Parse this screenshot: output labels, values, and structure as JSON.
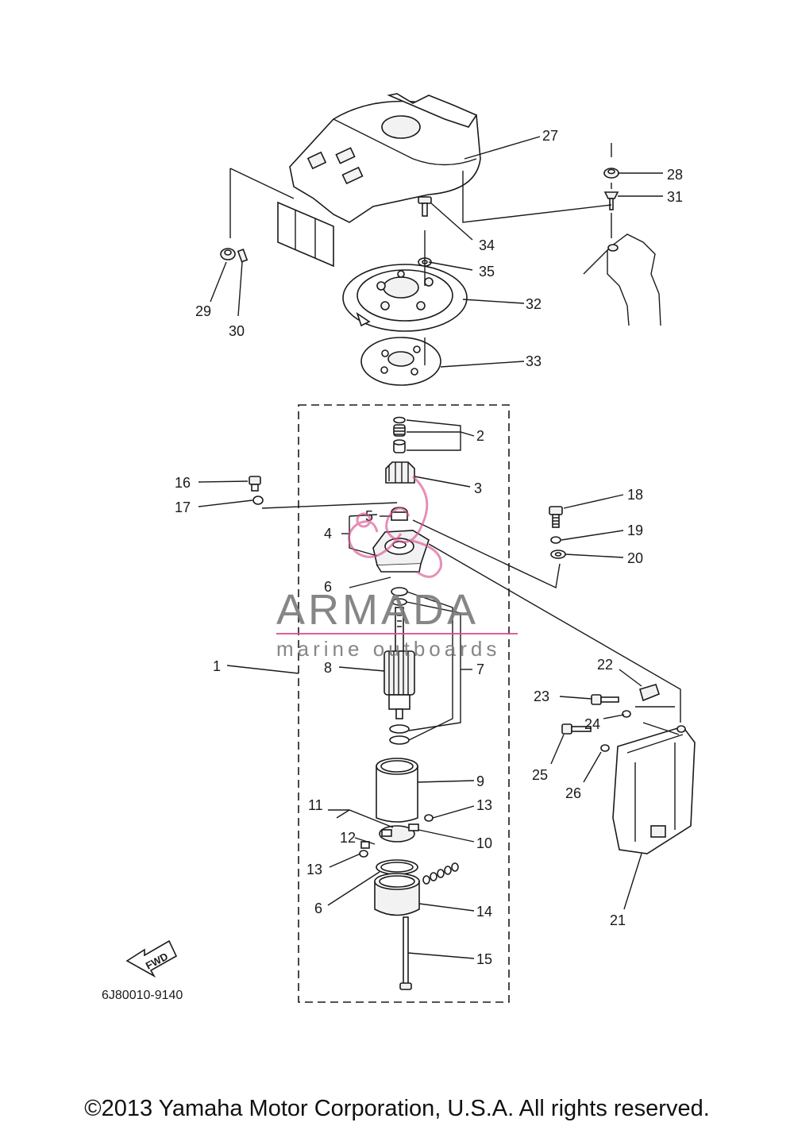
{
  "diagram": {
    "callouts": [
      "1",
      "2",
      "3",
      "4",
      "5",
      "6",
      "6",
      "7",
      "8",
      "9",
      "10",
      "11",
      "12",
      "13",
      "13",
      "14",
      "15",
      "16",
      "17",
      "18",
      "19",
      "20",
      "21",
      "22",
      "23",
      "24",
      "25",
      "26",
      "27",
      "28",
      "29",
      "30",
      "31",
      "32",
      "33",
      "34",
      "35"
    ],
    "fwd_label": "FWD",
    "diagram_code": "6J80010-9140"
  },
  "watermark": {
    "brand": "ARMADA",
    "tagline": "marine outboards",
    "color": "#d9508f"
  },
  "footer": {
    "copyright": "©2013 Yamaha Motor Corporation, U.S.A. All rights reserved."
  }
}
